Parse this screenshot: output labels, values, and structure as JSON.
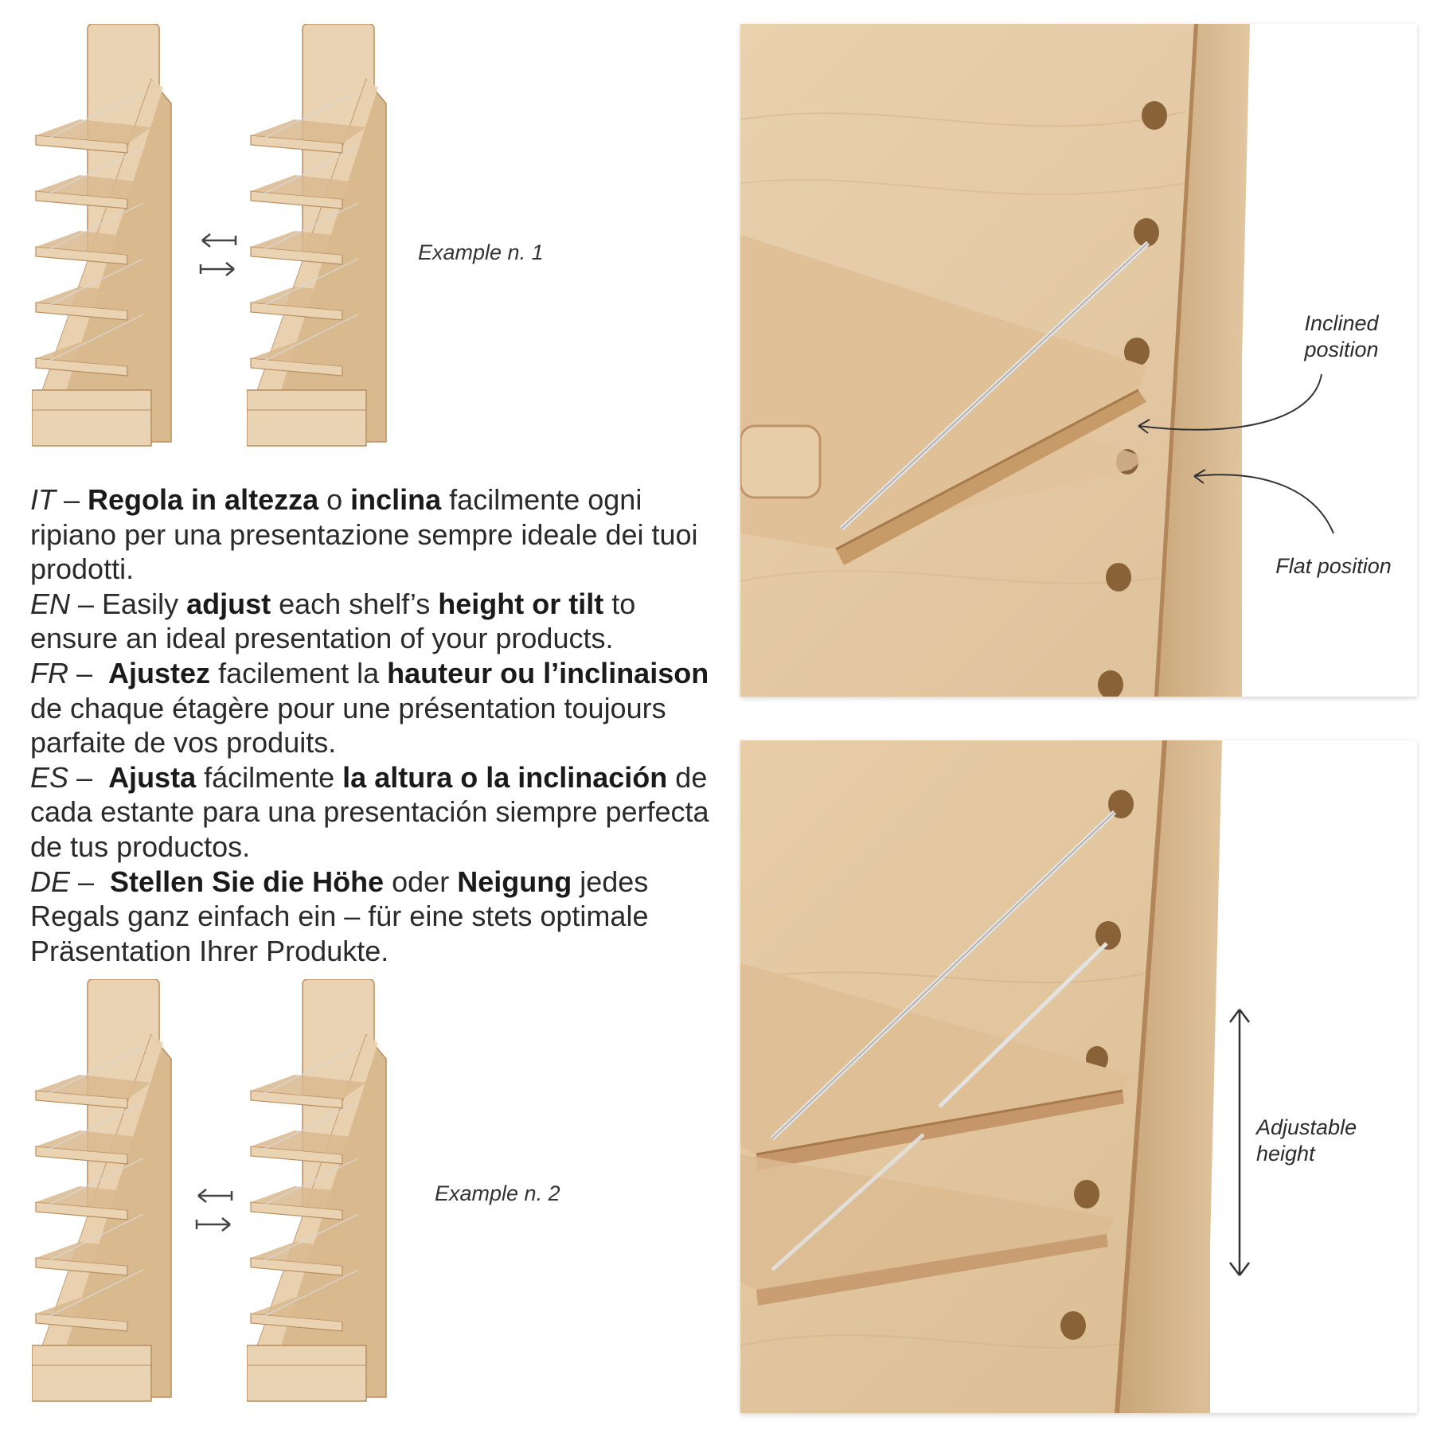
{
  "examples": {
    "one": {
      "label": "Example n. 1"
    },
    "two": {
      "label": "Example n. 2"
    }
  },
  "description": {
    "it": {
      "code": "IT",
      "parts": [
        "Regola in altezza",
        " o ",
        "inclina",
        " facilmente ogni ripiano per una presentazione sempre ideale dei tuoi prodotti."
      ]
    },
    "en": {
      "code": "EN",
      "parts": [
        "Easily ",
        "adjust",
        " each shelf’s ",
        "height or tilt",
        " to ensure an ideal presentation of your products."
      ]
    },
    "fr": {
      "code": "FR",
      "parts": [
        "Ajustez",
        " facilement la ",
        "hauteur ou l’inclinaison",
        " de chaque étagère pour une présentation toujours parfaite de vos produits."
      ]
    },
    "es": {
      "code": "ES",
      "parts": [
        "Ajusta",
        " fácilmente ",
        "la altura o la inclinación",
        " de cada estante para una presentación siempre perfecta de tus productos."
      ]
    },
    "de": {
      "code": "DE",
      "parts": [
        "Stellen Sie die Höhe",
        " oder ",
        "Neigung",
        " jedes Regals ganz einfach ein – für eine stets optimale Präsentation Ihrer Produkte."
      ]
    }
  },
  "top_panel": {
    "inclined_label_line1": "Inclined",
    "inclined_label_line2": "position",
    "flat_label": "Flat position"
  },
  "bottom_panel": {
    "height_label_line1": "Adjustable",
    "height_label_line2": "height"
  },
  "colors": {
    "wood_light": "#ead3b2",
    "wood_mid": "#d9b98e",
    "wood_dark": "#b98d5e",
    "rod": "#d8d8d8",
    "text": "#2a2a2a"
  },
  "icons": [
    "swap-arrows-icon",
    "double-arrow-icon",
    "curved-arrow-icon"
  ]
}
